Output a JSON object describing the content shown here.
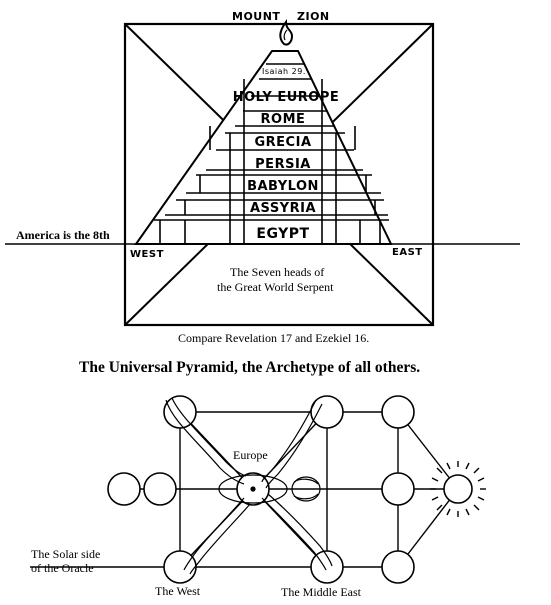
{
  "pyramid": {
    "top_label_left": "MOUNT",
    "top_label_right": "ZION",
    "isaiah_label": "Isaiah 29.",
    "layers": [
      "HOLY EUROPE",
      "ROME",
      "GRECIA",
      "PERSIA",
      "BABYLON",
      "ASSYRIA",
      "EGYPT"
    ],
    "left_caption": "America is the 8th",
    "west_label": "WEST",
    "east_label": "EAST",
    "inner_caption_line1": "The Seven heads of",
    "inner_caption_line2": "the Great World Serpent",
    "compare_caption": "Compare Revelation 17 and Ezekiel 16."
  },
  "main_title": "The Universal Pyramid, the Archetype of all others.",
  "oracle": {
    "europe_label": "Europe",
    "solar_side_line1": "The Solar side",
    "solar_side_line2": "of the Oracle",
    "west_label": "The West",
    "middle_east_label": "The Middle East"
  }
}
